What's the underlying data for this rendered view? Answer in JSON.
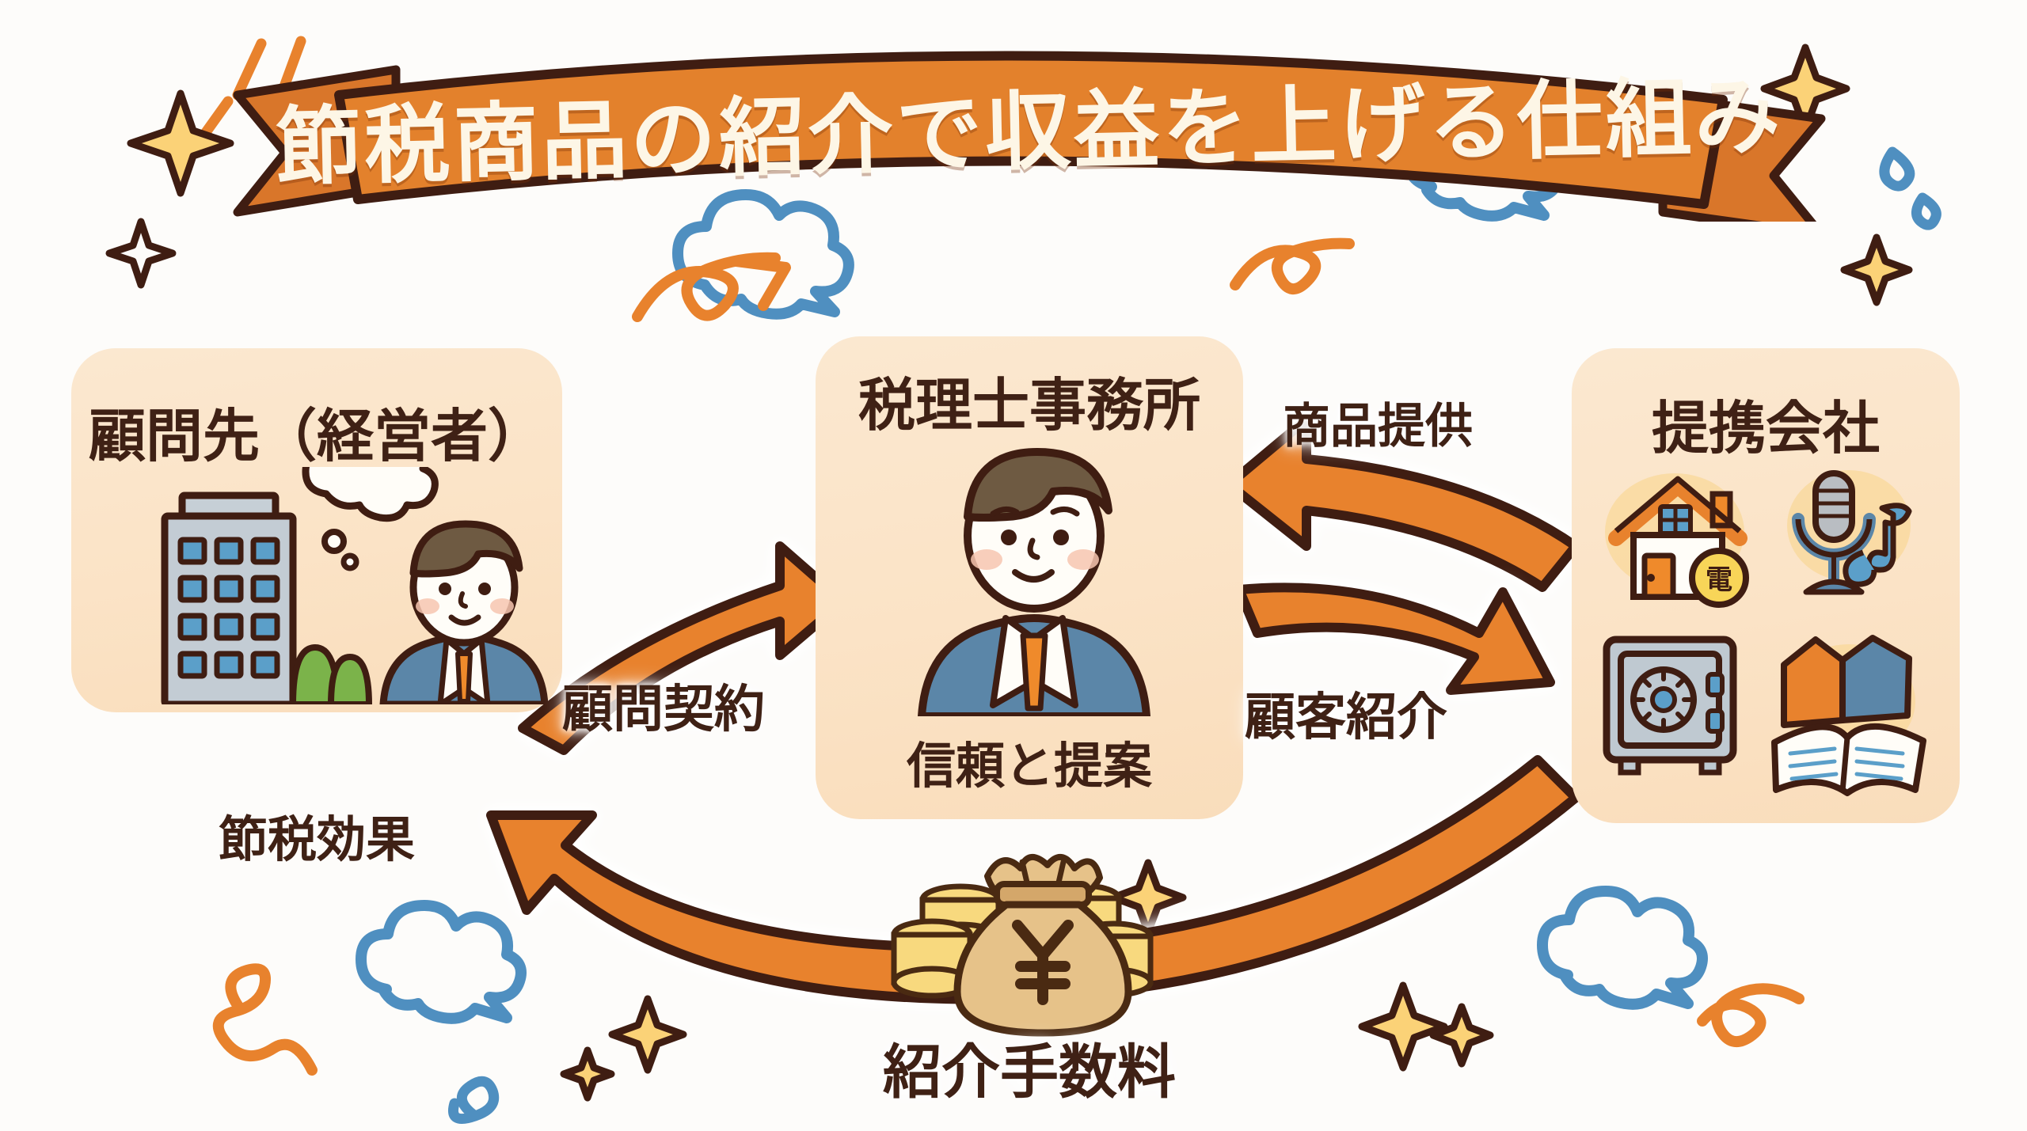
{
  "banner": {
    "title": "節税商品の紹介で収益を上げる仕組み",
    "ribbon_color": "#e3812c",
    "outline_color": "#3f1d12",
    "text_color": "#fdf6e6"
  },
  "theme": {
    "background": "#fdfcfa",
    "card_bg": "#fbe4c8",
    "accent_orange": "#e8822d",
    "dark_brown": "#3f2115",
    "doodle_blue": "#4f8fc0",
    "gold": "#f6cf60"
  },
  "cards": {
    "left": {
      "title": "顧問先（経営者）",
      "caption": "節税効果",
      "icons": [
        "office-building-icon",
        "thought-bubble-icon",
        "tree-icon",
        "business-owner-avatar"
      ]
    },
    "center": {
      "title": "税理士事務所",
      "subtitle": "信頼と提案",
      "icons": [
        "tax-accountant-avatar"
      ]
    },
    "right": {
      "title": "提携会社",
      "icons": [
        {
          "name": "house-electricity-icon",
          "badge": "電"
        },
        {
          "name": "microphone-music-icon",
          "badge": ""
        },
        {
          "name": "safe-vault-icon",
          "badge": ""
        },
        {
          "name": "books-icon",
          "badge": ""
        }
      ]
    }
  },
  "flows": [
    {
      "id": "komon-keiyaku",
      "label": "顧問契約",
      "from": "left",
      "to": "center",
      "direction": "right"
    },
    {
      "id": "shouhin-teikyou",
      "label": "商品提供",
      "from": "right",
      "to": "center",
      "direction": "left"
    },
    {
      "id": "kokyaku-shoukai",
      "label": "顧客紹介",
      "from": "center",
      "to": "right",
      "direction": "right"
    },
    {
      "id": "shoukai-tesuryo",
      "label": "紹介手数料",
      "from": "right",
      "to": "left",
      "direction": "left"
    }
  ],
  "money": {
    "label": "紹介手数料",
    "currency_symbol": "¥",
    "icon": "money-bag-icon"
  }
}
